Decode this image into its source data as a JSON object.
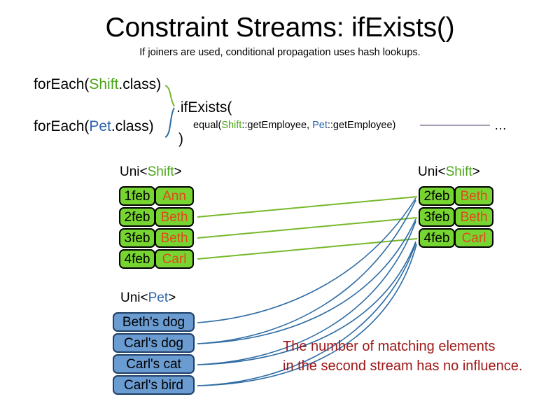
{
  "slide": {
    "title": "Constraint Streams: ifExists()",
    "subtitle": "If joiners are used, conditional propagation uses hash lookups."
  },
  "code": {
    "forEach_shift_prefix": "forEach(",
    "forEach_shift_type": "Shift",
    "forEach_shift_suffix": ".class)",
    "forEach_pet_prefix": "forEach(",
    "forEach_pet_type": "Pet",
    "forEach_pet_suffix": ".class)",
    "if_exists": ".ifExists(",
    "equal_prefix": "equal(",
    "equal_shift_type": "Shift",
    "equal_shift_method": "::getEmployee, ",
    "equal_pet_type": "Pet",
    "equal_pet_method": "::getEmployee)",
    "close_paren": ")",
    "ellipsis": "…"
  },
  "streams": {
    "shift_left": {
      "label_prefix": "Uni<",
      "label_type": "Shift",
      "label_suffix": ">",
      "rows": [
        {
          "date": "1feb",
          "name": "Ann"
        },
        {
          "date": "2feb",
          "name": "Beth"
        },
        {
          "date": "3feb",
          "name": "Beth"
        },
        {
          "date": "4feb",
          "name": "Carl"
        }
      ]
    },
    "shift_right": {
      "label_prefix": "Uni<",
      "label_type": "Shift",
      "label_suffix": ">",
      "rows": [
        {
          "date": "2feb",
          "name": "Beth"
        },
        {
          "date": "3feb",
          "name": "Beth"
        },
        {
          "date": "4feb",
          "name": "Carl"
        }
      ]
    },
    "pet": {
      "label_prefix": "Uni<",
      "label_type": "Pet",
      "label_suffix": ">",
      "rows": [
        {
          "name": "Beth's dog"
        },
        {
          "name": "Carl's dog"
        },
        {
          "name": "Carl's cat"
        },
        {
          "name": "Carl's bird"
        }
      ]
    }
  },
  "annotation": {
    "line1": "The number of matching elements",
    "line2": "in the second stream has no influence."
  },
  "colors": {
    "shift_green": "#77D531",
    "shift_name_text": "#E0491B",
    "shift_keyword": "#4AA515",
    "pet_blue": "#6A9BD1",
    "pet_border": "#1F3F66",
    "pet_keyword": "#2B63AD",
    "annotation_red": "#A01818",
    "connector_green": "#76B82A",
    "connector_blue": "#2E6CA4",
    "divider_purple": "#8A7A99"
  }
}
